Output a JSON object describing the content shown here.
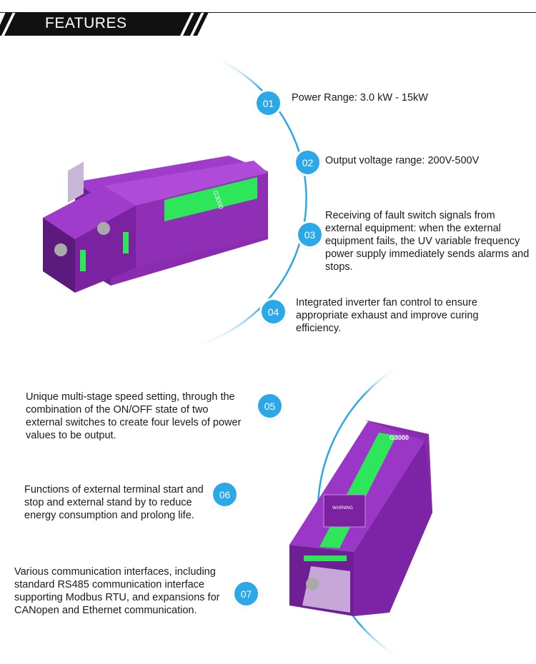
{
  "header": {
    "title": "FEATURES"
  },
  "colors": {
    "accent": "#2aa8e8",
    "product_body": "#8a2bb0",
    "product_stripe": "#2ee65a",
    "header_band": "#111111"
  },
  "features": [
    {
      "number": "01",
      "text": "Power Range: 3.0 kW - 15kW"
    },
    {
      "number": "02",
      "text": "Output voltage range: 200V-500V"
    },
    {
      "number": "03",
      "text": "Receiving of fault switch signals from external equipment: when the external equipment fails, the UV variable frequency power supply immediately sends alarms and stops."
    },
    {
      "number": "04",
      "text": "Integrated inverter fan control to ensure appropriate exhaust and improve curing efficiency."
    },
    {
      "number": "05",
      "text": "Unique multi-stage speed setting, through the combination of the ON/OFF state of two external switches to create four levels of power values to be output."
    },
    {
      "number": "06",
      "text": "Functions of external terminal start and stop and external stand by to reduce energy consumption and prolong life."
    },
    {
      "number": "07",
      "text": "Various communication interfaces, including standard RS485 communication interface supporting Modbus RTU, and expansions for CANopen and Ethernet communication."
    }
  ],
  "products": {
    "top_image": {
      "icon": "uv-power-supply-pair-image",
      "brand_label": "G3000"
    },
    "bottom_image": {
      "icon": "uv-power-supply-single-image",
      "brand_label": "G3000",
      "warning_label": "WARNING"
    }
  }
}
